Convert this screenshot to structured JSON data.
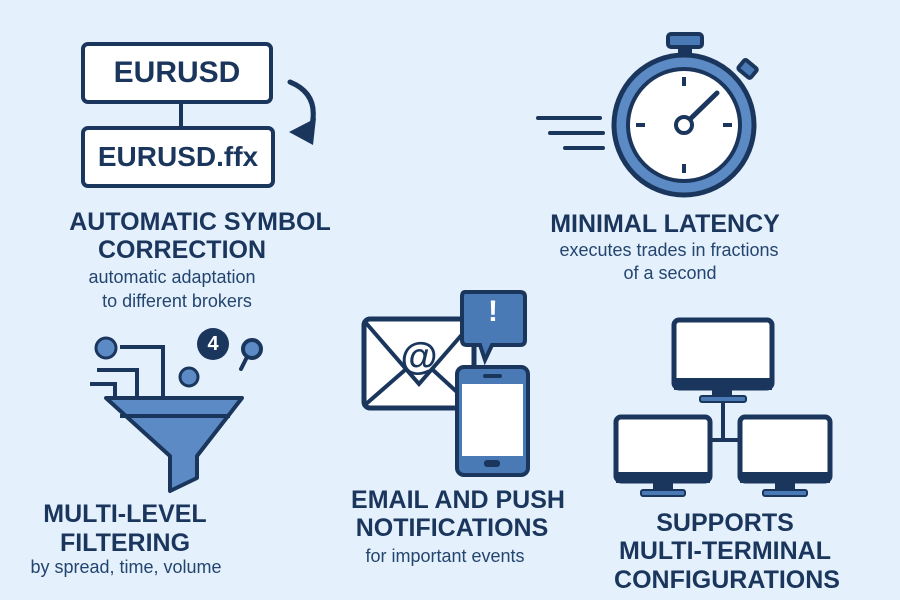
{
  "colors": {
    "background": "#e4f0fb",
    "navy": "#1b365d",
    "accent": "#5b8ac4"
  },
  "features": [
    {
      "title_lines": [
        "AUTOMATIC SYMBOL",
        "CORRECTION"
      ],
      "subtitle_lines": [
        "automatic adaptation",
        "to different brokers"
      ],
      "icon": "symbol-rename-icon",
      "symbol_from": "EURUSD",
      "symbol_to": "EURUSD.ffx"
    },
    {
      "title_lines": [
        "MINIMAL LATENCY"
      ],
      "subtitle_lines": [
        "executes trades in fractions",
        "of a second"
      ],
      "icon": "stopwatch-icon"
    },
    {
      "title_lines": [
        "MULTI-LEVEL",
        "FILTERING"
      ],
      "subtitle_lines": [
        "by spread, time, volume"
      ],
      "icon": "funnel-icon",
      "badge": "4"
    },
    {
      "title_lines": [
        "EMAIL AND PUSH",
        "NOTIFICATIONS"
      ],
      "subtitle_lines": [
        "for important events"
      ],
      "icon": "email-phone-icon",
      "envelope_symbol": "@",
      "alert_symbol": "!"
    },
    {
      "title_lines": [
        "SUPPORTS",
        "MULTI-TERMINAL",
        "CONFIGURATIONS"
      ],
      "subtitle_lines": [],
      "icon": "monitors-network-icon"
    }
  ]
}
